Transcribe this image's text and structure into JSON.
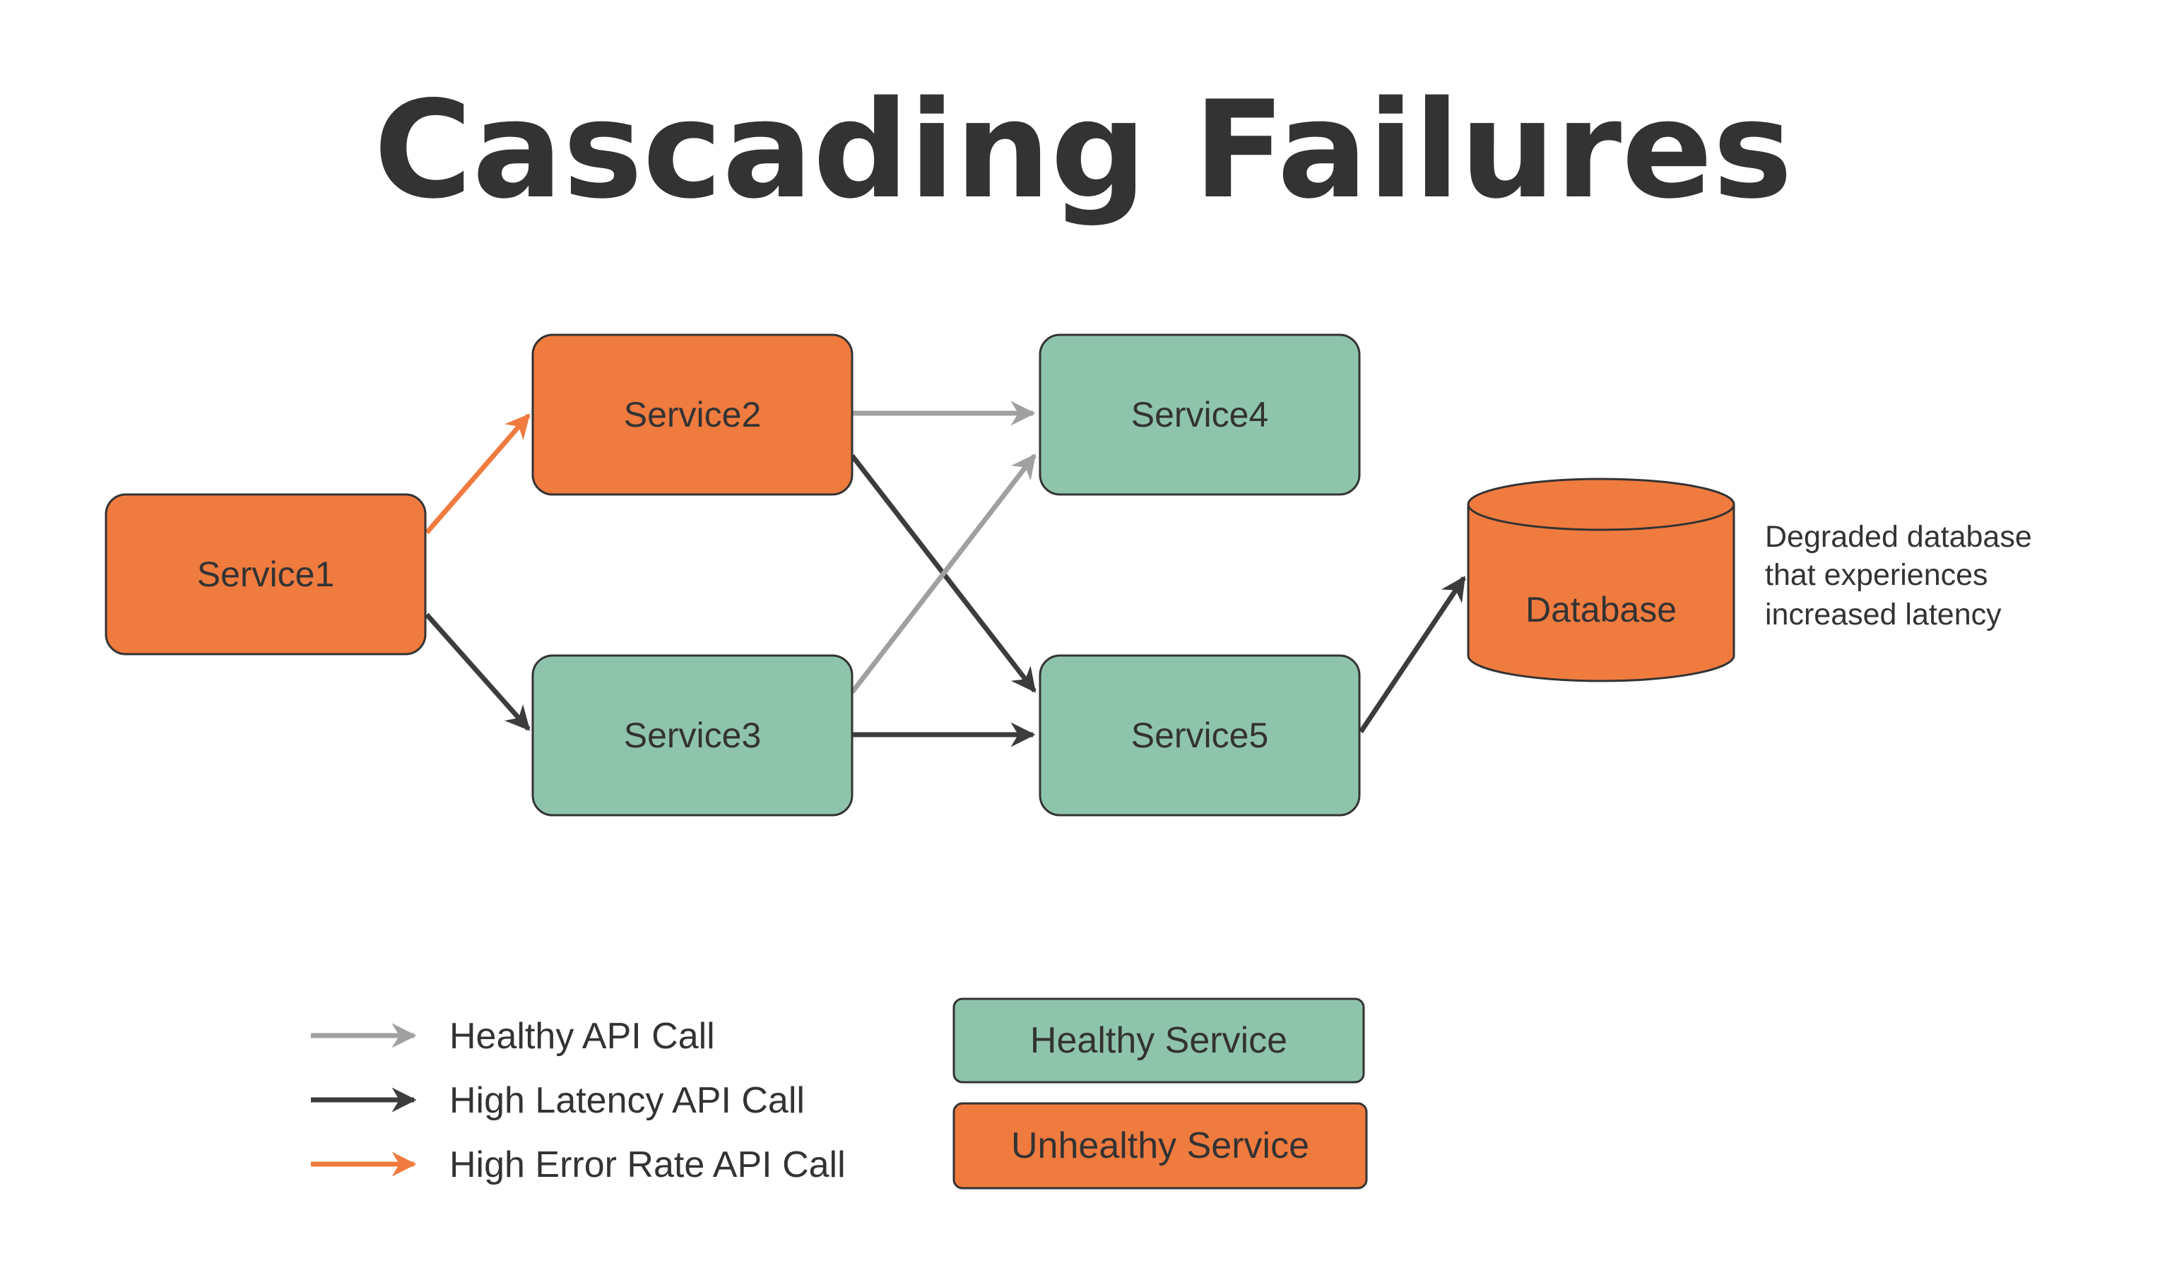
{
  "title": "Cascading Failures",
  "colors": {
    "healthy_fill": "#8FC4AC",
    "unhealthy_fill": "#F07B3F",
    "outline": "#333333",
    "healthy_arrow": "#A0A0A0",
    "latency_arrow": "#3C3C3C",
    "error_arrow": "#F07B3F",
    "text": "#333333"
  },
  "nodes": {
    "service1": {
      "label": "Service1",
      "status": "unhealthy"
    },
    "service2": {
      "label": "Service2",
      "status": "unhealthy"
    },
    "service3": {
      "label": "Service3",
      "status": "healthy"
    },
    "service4": {
      "label": "Service4",
      "status": "healthy"
    },
    "service5": {
      "label": "Service5",
      "status": "healthy"
    },
    "database": {
      "label": "Database",
      "status": "unhealthy"
    }
  },
  "edges": [
    {
      "from": "Service1",
      "to": "Service2",
      "type": "High Error Rate API Call"
    },
    {
      "from": "Service1",
      "to": "Service3",
      "type": "High Latency API Call"
    },
    {
      "from": "Service2",
      "to": "Service4",
      "type": "Healthy API Call"
    },
    {
      "from": "Service2",
      "to": "Service5",
      "type": "High Latency API Call"
    },
    {
      "from": "Service3",
      "to": "Service4",
      "type": "Healthy API Call"
    },
    {
      "from": "Service3",
      "to": "Service5",
      "type": "High Latency API Call"
    },
    {
      "from": "Service5",
      "to": "Database",
      "type": "High Latency API Call"
    }
  ],
  "annotation": {
    "line1": "Degraded database",
    "line2": "that experiences",
    "line3": "increased latency"
  },
  "legend": {
    "healthy_call": "Healthy API Call",
    "latency_call": "High Latency API Call",
    "error_call": "High Error Rate API Call",
    "healthy_service": "Healthy Service",
    "unhealthy_service": "Unhealthy Service"
  }
}
